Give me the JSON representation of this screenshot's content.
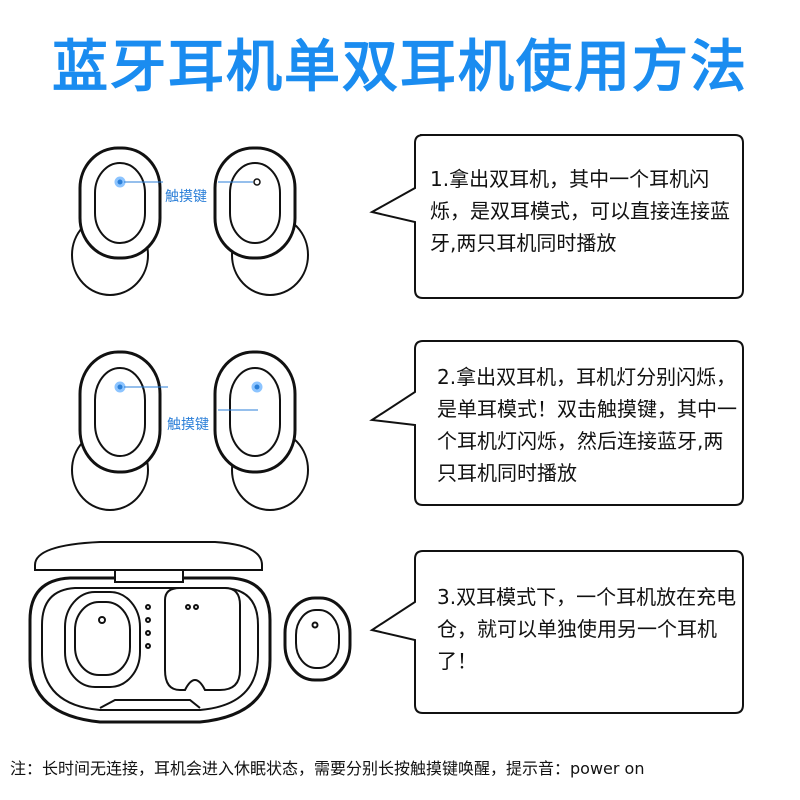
{
  "title": "蓝牙耳机单双耳机使用方法",
  "touch_key_label": "触摸键",
  "steps": [
    {
      "text": "1.拿出双耳机，其中一个耳机闪烁，是双耳模式，可以直接连接蓝牙,两只耳机同时播放"
    },
    {
      "text": "2.拿出双耳机，耳机灯分别闪烁，是单耳模式！双击触摸键，其中一个耳机灯闪烁，然后连接蓝牙,两只耳机同时播放"
    },
    {
      "text": "3.双耳模式下，一个耳机放在充电仓，就可以单独使用另一个耳机了！"
    }
  ],
  "footnote": "注：长时间无连接，耳机会进入休眠状态，需要分别长按触摸键唤醒，提示音：power on",
  "colors": {
    "title": "#1a8cf0",
    "led": "#2b7fd8",
    "outline": "#111111"
  }
}
